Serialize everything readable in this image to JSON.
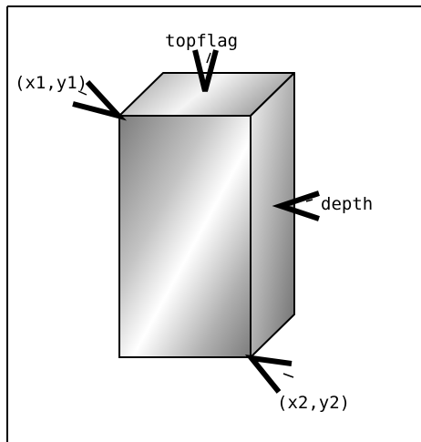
{
  "labels": {
    "top_left_corner": "(x1,y1)",
    "top_face": "topflag",
    "side_face": "depth",
    "bottom_right_corner": "(x2,y2)"
  },
  "colors": {
    "outline": "#000000",
    "background": "#ffffff",
    "shade_light": "#ffffff",
    "shade_dark": "#7a7a7a"
  }
}
